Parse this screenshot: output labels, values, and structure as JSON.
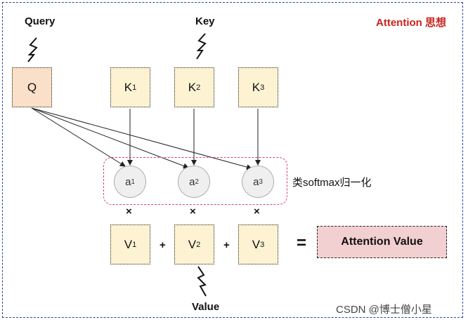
{
  "title": "Attention 思想",
  "labels": {
    "query": "Query",
    "key": "Key",
    "value": "Value"
  },
  "query_box": "Q",
  "keys": [
    {
      "letter": "K",
      "sub": "1"
    },
    {
      "letter": "K",
      "sub": "2"
    },
    {
      "letter": "K",
      "sub": "3"
    }
  ],
  "weights": [
    {
      "letter": "a",
      "sub": "1"
    },
    {
      "letter": "a",
      "sub": "2"
    },
    {
      "letter": "a",
      "sub": "3"
    }
  ],
  "values": [
    {
      "letter": "V",
      "sub": "1"
    },
    {
      "letter": "V",
      "sub": "2"
    },
    {
      "letter": "V",
      "sub": "3"
    }
  ],
  "times_symbol": "×",
  "plus_symbol": "+",
  "equals_symbol": "=",
  "normalize_note": "类softmax归一化",
  "result": "Attention Value",
  "watermark": "CSDN @博士僧小星",
  "colors": {
    "frame": "#2a3fb0",
    "title": "#c8231e",
    "query_fill": "#fae0c8",
    "box_fill": "#fdf3d2",
    "group_border": "#e0416e",
    "result_fill": "#f2cfd1"
  }
}
